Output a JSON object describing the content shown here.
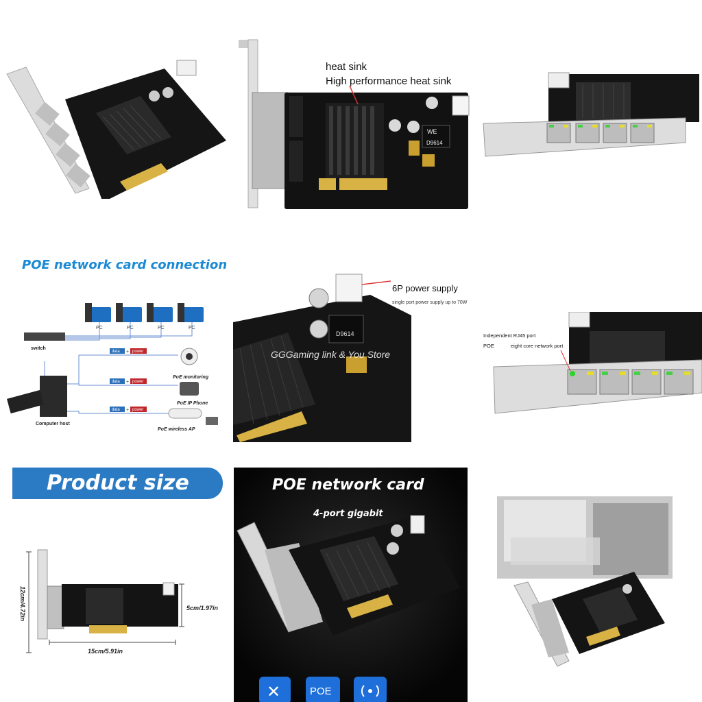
{
  "tile2": {
    "label_heat_sink": "heat sink",
    "label_high_perf": "High performance heat sink",
    "chip_text": "D9614",
    "chip_brand": "WE"
  },
  "tile4": {
    "title": "POE network card connection",
    "switch_label": "switch",
    "pc_label": "PC",
    "computer_label": "Computer host",
    "data_tag": "data",
    "power_tag": "power",
    "plus": "+",
    "poe_monitoring": "PoE monitoring",
    "poe_phone": "PoE IP Phone",
    "poe_wireless": "PoE wireless AP"
  },
  "tile5": {
    "power_title": "6P power supply",
    "power_sub": "single port power supply up to 70W",
    "watermark": "GGGaming link & You Store",
    "chip_text": "D9614"
  },
  "tile6": {
    "independent": "Independent RJ45 port",
    "poe": "POE",
    "eight_core": "eight core network port"
  },
  "tile7": {
    "banner": "Product size",
    "height_label": "12cm/4.72in",
    "right_label": "5cm/1.97in",
    "width_label": "15cm/5.91in"
  },
  "tile8": {
    "title": "POE network card",
    "subtitle": "4-port gigabit",
    "poe_icon_text": "POE"
  },
  "colors": {
    "pcb": "#111111",
    "accent_blue": "#1a8ad4",
    "banner_blue": "#2b7bc4",
    "power_red": "#c0262a",
    "data_blue": "#2a6fb8",
    "gold": "#d8b245"
  }
}
